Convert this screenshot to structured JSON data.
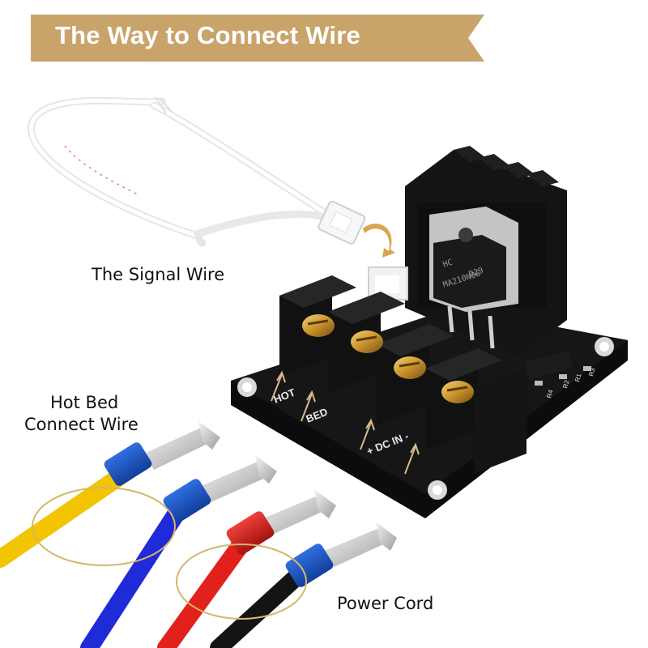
{
  "banner": {
    "title": "The Way to Connect Wire",
    "color": "#c9a46a"
  },
  "labels": {
    "signal_wire": "The Signal Wire",
    "hot_bed_line1": "Hot Bed",
    "hot_bed_line2": "Connect Wire",
    "power_cord": "Power Cord"
  },
  "board_silkscreen": {
    "hot": "HOT",
    "bed": "BED",
    "dc_in": "+ DC IN -",
    "r1": "R1",
    "r2": "R2",
    "r3": "R3",
    "r4": "R4",
    "mosfet_marking_1": "HC",
    "mosfet_marking_2": "D29",
    "mosfet_marking_3": "MA210N06"
  },
  "wire_colors": {
    "yellow": "#f2c500",
    "blue": "#1f2bd6",
    "red": "#e2201c",
    "black": "#141414"
  }
}
